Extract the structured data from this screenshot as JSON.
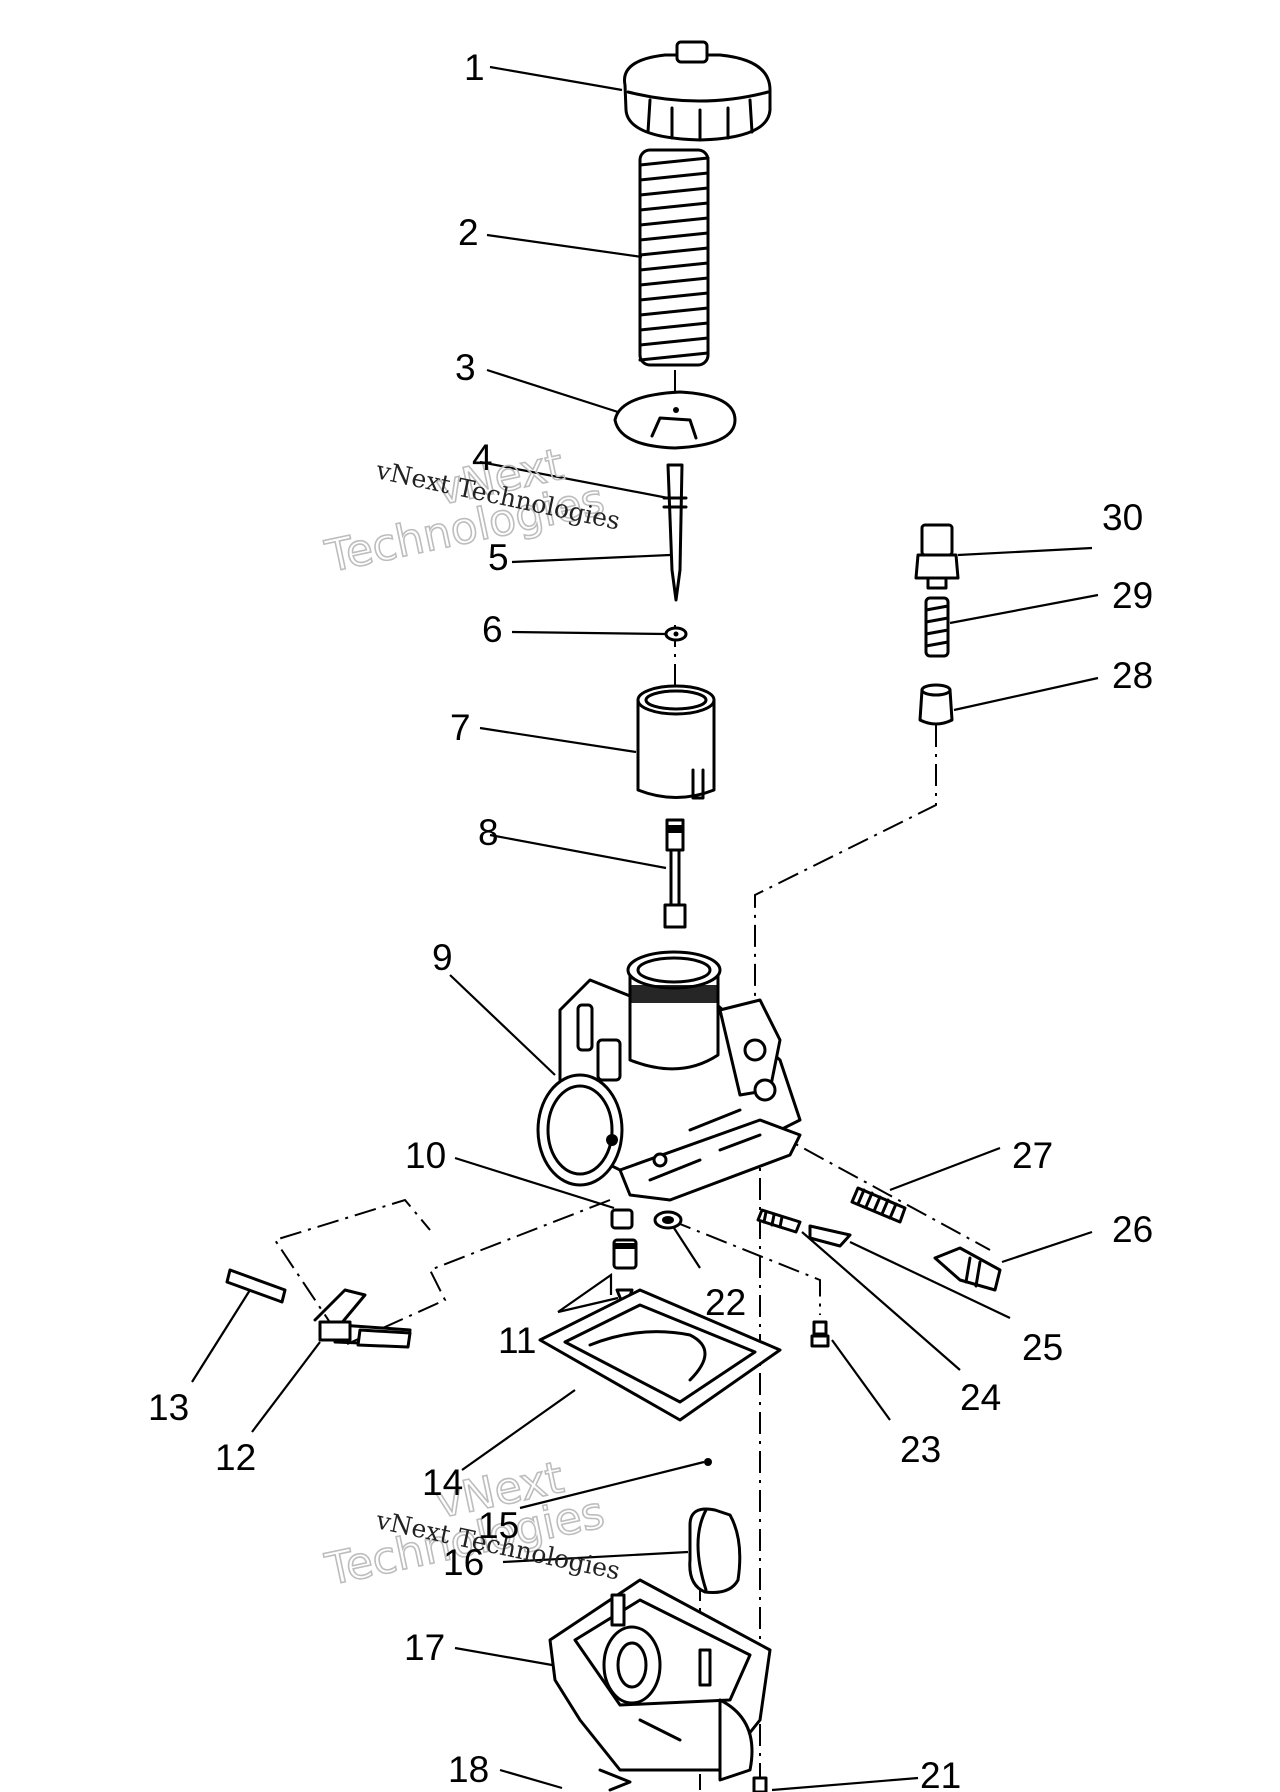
{
  "diagram": {
    "callouts": [
      "1",
      "2",
      "3",
      "4",
      "5",
      "6",
      "7",
      "8",
      "9",
      "10",
      "11",
      "12",
      "13",
      "14",
      "15",
      "16",
      "17",
      "18",
      "21",
      "22",
      "23",
      "24",
      "25",
      "26",
      "27",
      "28",
      "29",
      "30"
    ],
    "watermark": {
      "brand_line1": "vNext",
      "brand_line2": "Technologies",
      "caption": "vNext Technologies"
    }
  }
}
